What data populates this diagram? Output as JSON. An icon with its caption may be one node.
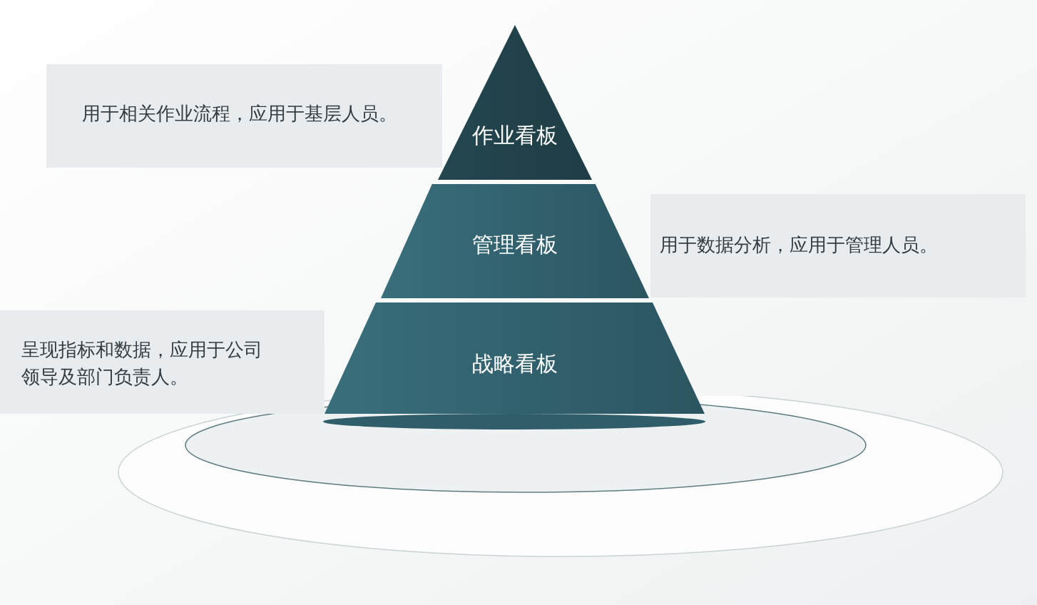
{
  "diagram": {
    "nodes": [
      {
        "text": [
          "用于相关作业流程，应用于基层人员。"
        ]
      },
      {
        "text": [
          "作业看板"
        ]
      },
      {
        "text": [
          "管理看板"
        ]
      },
      {
        "text": [
          "用于数据分析，应用于管理人员。"
        ]
      },
      {
        "text": [
          "呈现指标和数据，应用于公司领导及部门负责人。"
        ]
      },
      {
        "text": [
          "战略看板"
        ]
      }
    ],
    "edges": []
  }
}
